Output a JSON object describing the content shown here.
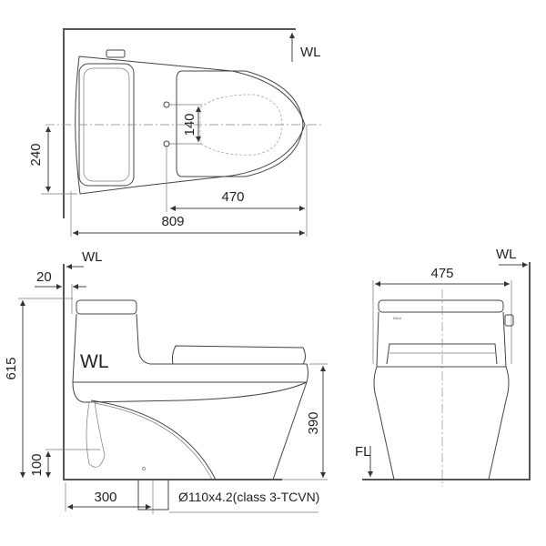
{
  "top_view": {
    "wall_label": "WL",
    "dim_bolt_spacing": "140",
    "dim_centerline_offset": "240",
    "dim_bolt_to_front": "470",
    "dim_overall_length": "809"
  },
  "side_view": {
    "wall_label": "WL",
    "dim_wall_gap": "20",
    "dim_height": "615",
    "body_label": "WL",
    "dim_seat_height": "390",
    "dim_supply_height": "100",
    "dim_drain_from_wall": "300",
    "drain_spec": "Ø110x4.2(class 3-TCVN)"
  },
  "front_view": {
    "wall_label": "WL",
    "dim_width": "475",
    "floor_label": "FL",
    "logo": "INAX"
  }
}
